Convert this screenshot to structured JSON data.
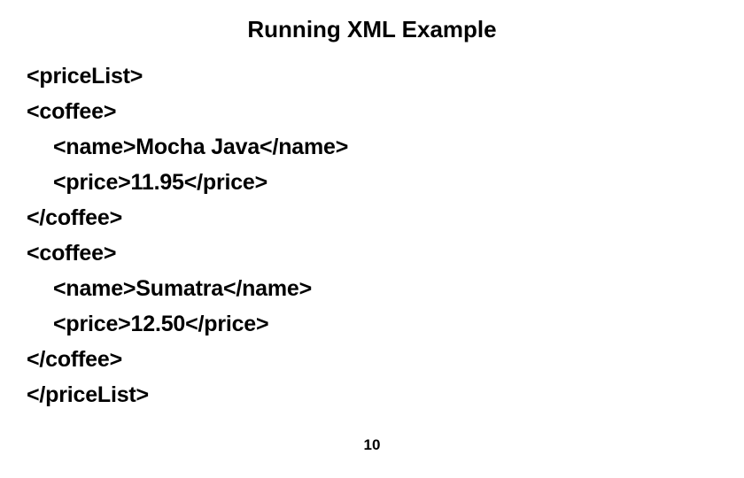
{
  "slide": {
    "title": "Running XML Example",
    "page_number": "10",
    "background_color": "#ffffff",
    "text_color": "#000000",
    "code_lines": [
      {
        "text": "<priceList>",
        "indent": 0
      },
      {
        "text": "<coffee>",
        "indent": 0
      },
      {
        "text": "<name>Mocha Java</name>",
        "indent": 1
      },
      {
        "text": "<price>11.95</price>",
        "indent": 1
      },
      {
        "text": "</coffee>",
        "indent": 0
      },
      {
        "text": "<coffee>",
        "indent": 0
      },
      {
        "text": "<name>Sumatra</name>",
        "indent": 1
      },
      {
        "text": "<price>12.50</price>",
        "indent": 1
      },
      {
        "text": "</coffee>",
        "indent": 0
      },
      {
        "text": "</priceList>",
        "indent": 0
      }
    ]
  }
}
